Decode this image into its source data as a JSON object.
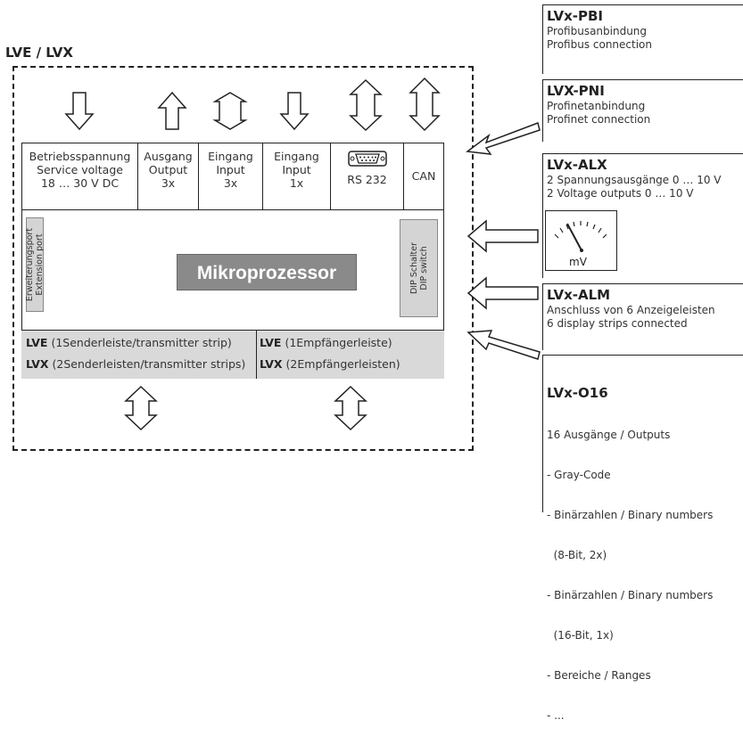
{
  "title": "LVE / LVX",
  "io_cells": [
    {
      "line1": "Betriebsspannung",
      "line2": "Service voltage",
      "line3": "18 … 30 V DC"
    },
    {
      "line1": "Ausgang",
      "line2": "Output",
      "line3": "3x"
    },
    {
      "line1": "Eingang",
      "line2": "Input",
      "line3": "3x"
    },
    {
      "line1": "Eingang",
      "line2": "Input",
      "line3": "1x"
    },
    {
      "line1": "RS 232"
    },
    {
      "line1": "CAN"
    }
  ],
  "processor": "Mikroprozessor",
  "extension_port": {
    "line1": "Erweiterungsport",
    "line2": "Extension port"
  },
  "dip_switch": {
    "line1": "DIP Schalter",
    "line2": "DIP switch"
  },
  "strips": {
    "lve_transmitter": {
      "bold": "LVE",
      "text": " (1Senderleiste/transmitter strip)"
    },
    "lvx_transmitter": {
      "bold": "LVX",
      "text": " (2Senderleisten/transmitter strips)"
    },
    "lve_receiver": {
      "bold": "LVE",
      "text": " (1Empfängerleiste)"
    },
    "lvx_receiver": {
      "bold": "LVX",
      "text": " (2Empfängerleisten)"
    }
  },
  "modules": {
    "pbi": {
      "title": "LVx-PBI",
      "lines": [
        "Profibusanbindung",
        "Profibus connection"
      ]
    },
    "pni": {
      "title": "LVX-PNI",
      "lines": [
        "Profinetanbindung",
        "Profinet connection"
      ]
    },
    "alx": {
      "title": "LVx-ALX",
      "lines": [
        "2 Spannungsausgänge 0 … 10 V",
        "2 Voltage outputs 0 … 10 V"
      ],
      "gauge_unit": "mV"
    },
    "alm": {
      "title": "LVx-ALM",
      "lines": [
        "Anschluss von 6 Anzeigeleisten",
        "6 display strips connected"
      ]
    },
    "o16": {
      "title": "LVx-O16",
      "lines": [
        "16 Ausgänge / Outputs",
        "- Gray-Code",
        "- Binärzahlen / Binary numbers",
        "  (8-Bit, 2x)",
        "- Binärzahlen / Binary numbers",
        "  (16-Bit, 1x)",
        "- Bereiche / Ranges",
        "- ..."
      ]
    }
  }
}
